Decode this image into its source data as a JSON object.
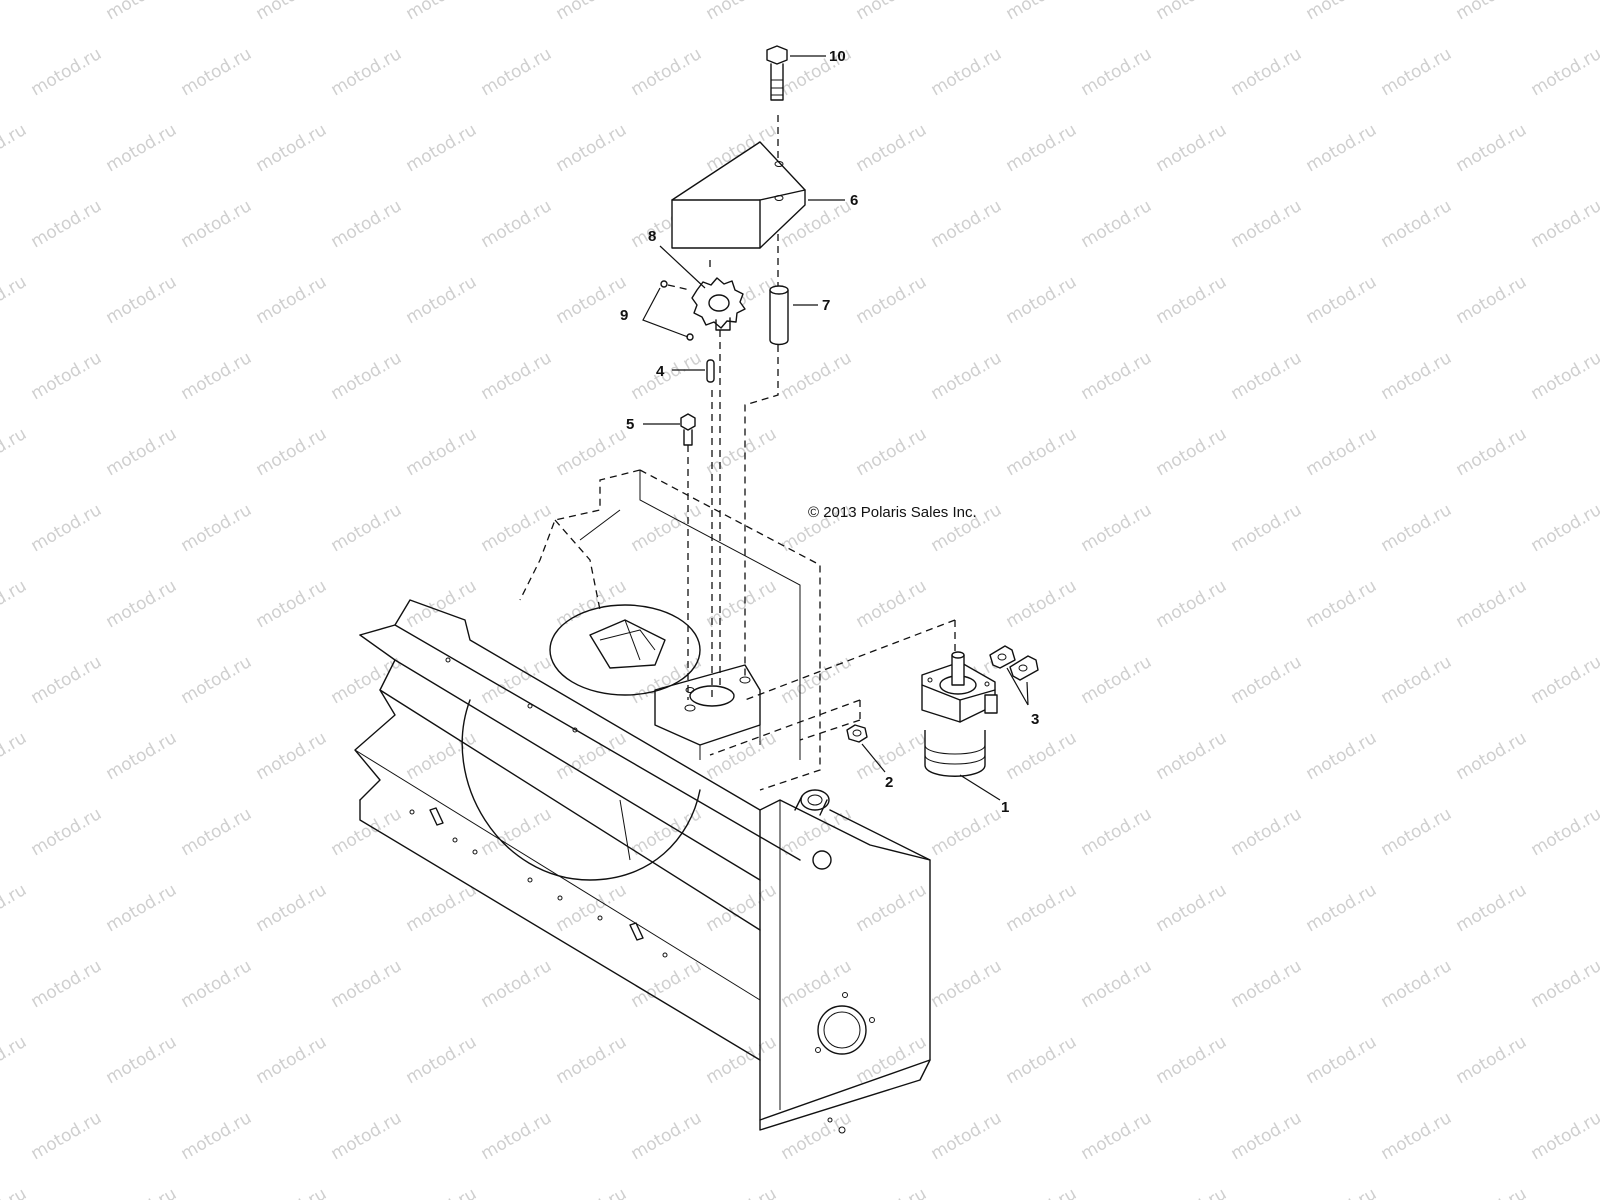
{
  "watermark": {
    "text": "motod.ru",
    "color": "#cfcfcf"
  },
  "copyright": "© 2013 Polaris Sales Inc.",
  "callouts": [
    {
      "id": "10",
      "label": "10"
    },
    {
      "id": "6",
      "label": "6"
    },
    {
      "id": "8",
      "label": "8"
    },
    {
      "id": "7",
      "label": "7"
    },
    {
      "id": "9",
      "label": "9"
    },
    {
      "id": "4",
      "label": "4"
    },
    {
      "id": "5",
      "label": "5"
    },
    {
      "id": "3",
      "label": "3"
    },
    {
      "id": "2",
      "label": "2"
    },
    {
      "id": "1",
      "label": "1"
    }
  ]
}
